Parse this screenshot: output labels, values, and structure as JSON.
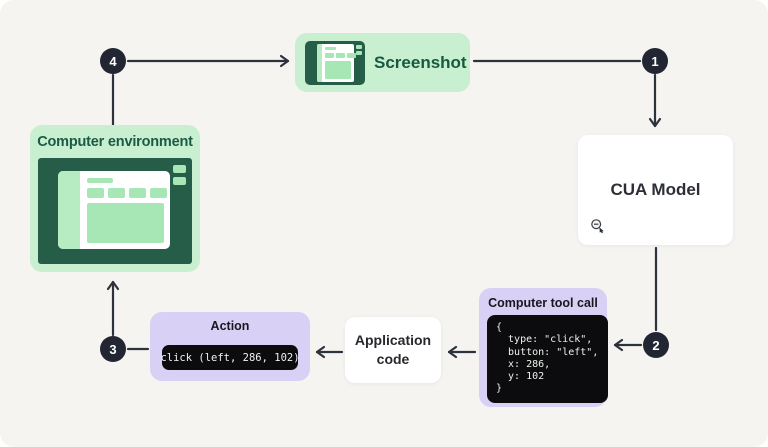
{
  "colors": {
    "canvas_background": "#f5f4f1",
    "green_light": "#c8efcf",
    "green_dark": "#265d49",
    "green_text": "#17593f",
    "purple_light": "#d8d1f5",
    "code_background": "#0c0c0e",
    "code_text": "#eef2ee",
    "step_circle": "#222632",
    "arrow": "#2d323d"
  },
  "nodes": {
    "screenshot": {
      "label": "Screenshot"
    },
    "cua_model": {
      "label": "CUA Model"
    },
    "computer_tool_call": {
      "title": "Computer tool call",
      "code_lines": [
        "{",
        "  type: \"click\",",
        "  button: \"left\",",
        "  x: 286,",
        "  y: 102",
        "}"
      ]
    },
    "application_code": {
      "label": "Application code"
    },
    "action": {
      "title": "Action",
      "code": "click (left, 286, 102)"
    },
    "computer_environment": {
      "label": "Computer environment"
    }
  },
  "steps": {
    "one": "1",
    "two": "2",
    "three": "3",
    "four": "4"
  },
  "icons": {
    "screenshot": "monitor-window-icon",
    "computer_environment": "desktop-window-illustration",
    "cua_model_cursor": "zoom-out-magnifier-cursor"
  }
}
